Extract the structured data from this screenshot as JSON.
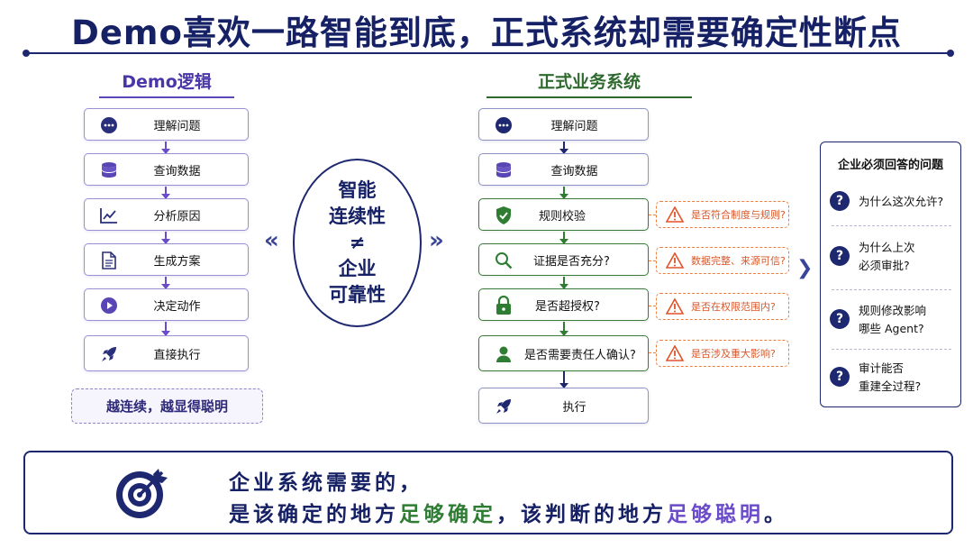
{
  "title": "Demo喜欢一路智能到底，正式系统却需要确定性断点",
  "left": {
    "heading": "Demo逻辑",
    "steps": [
      {
        "label": "理解问题",
        "icon": "chat-icon"
      },
      {
        "label": "查询数据",
        "icon": "database-icon"
      },
      {
        "label": "分析原因",
        "icon": "chart-icon"
      },
      {
        "label": "生成方案",
        "icon": "document-icon"
      },
      {
        "label": "决定动作",
        "icon": "play-icon"
      },
      {
        "label": "直接执行",
        "icon": "rocket-icon"
      }
    ],
    "note": "越连续，越显得聪明"
  },
  "center": {
    "lines": [
      "智能",
      "连续性",
      "≠",
      "企业",
      "可靠性"
    ]
  },
  "right": {
    "heading": "正式业务系统",
    "steps": [
      {
        "label": "理解问题",
        "icon": "chat-icon"
      },
      {
        "label": "查询数据",
        "icon": "database-icon"
      },
      {
        "label": "规则校验",
        "icon": "shield-check-icon",
        "check": "是否符合制度与规则?"
      },
      {
        "label": "证据是否充分?",
        "icon": "search-icon",
        "check": "数据完整、来源可信?"
      },
      {
        "label": "是否超授权?",
        "icon": "lock-icon",
        "check": "是否在权限范围内?"
      },
      {
        "label": "是否需要责任人确认?",
        "icon": "person-icon",
        "check": "是否涉及重大影响?"
      },
      {
        "label": "执行",
        "icon": "rocket-icon"
      }
    ]
  },
  "questions": {
    "heading": "企业必须回答的问题",
    "items": [
      "为什么这次允许?",
      "为什么上次\n必须审批?",
      "规则修改影响\n哪些 Agent?",
      "审计能否\n重建全过程?"
    ]
  },
  "banner": {
    "line1": "企业系统需要的，",
    "line2_a": "是该确定的地方",
    "line2_b": "足够确定",
    "line2_c": "，该判断的地方",
    "line2_d": "足够聪明",
    "line2_e": "。"
  },
  "colors": {
    "navy": "#1d2870",
    "purple": "#6a4bc9",
    "green": "#2e7d32",
    "orange": "#ef7d3c"
  }
}
